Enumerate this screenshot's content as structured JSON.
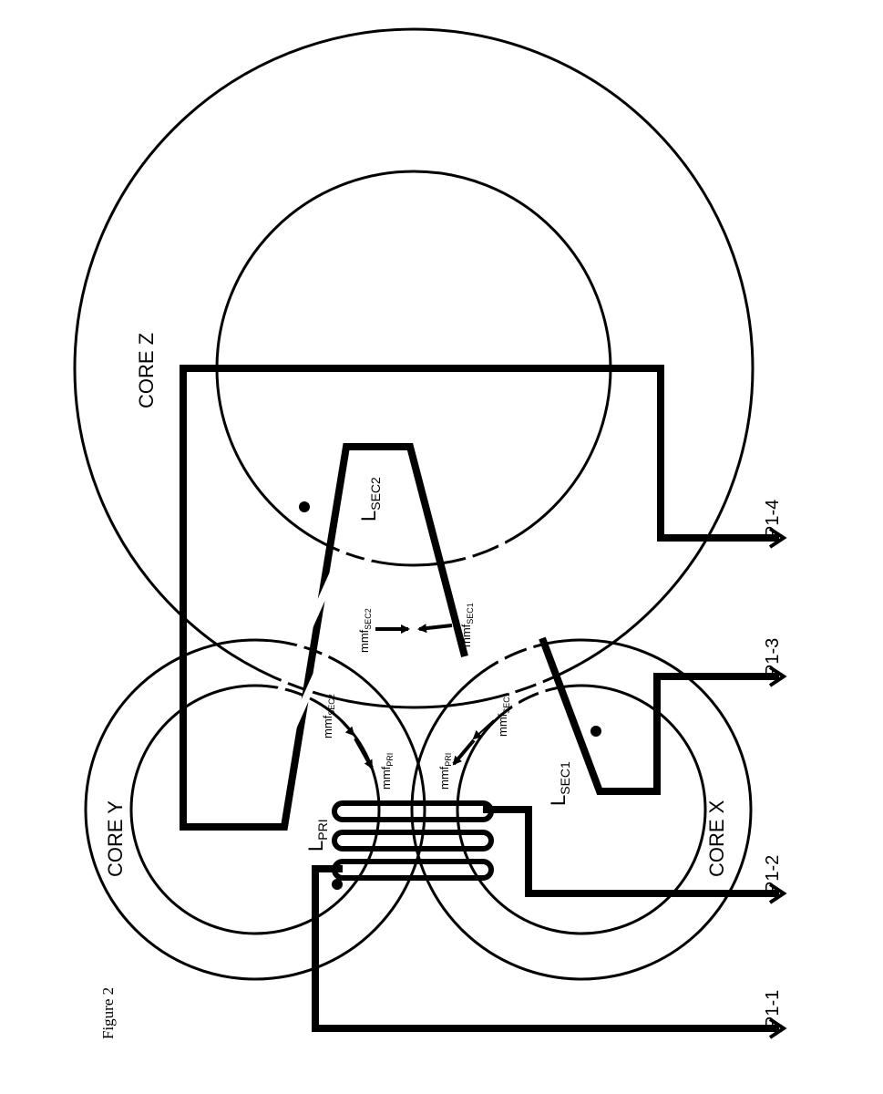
{
  "figure": {
    "caption": "Figure 2"
  },
  "cores": {
    "z": "CORE Z",
    "y": "CORE Y",
    "x": "CORE X"
  },
  "windings": {
    "primary": {
      "main": "L",
      "sub": "PRI"
    },
    "secondary1": {
      "main": "L",
      "sub": "SEC1"
    },
    "secondary2": {
      "main": "L",
      "sub": "SEC2"
    }
  },
  "mmf_labels": {
    "sec2_z": {
      "main": "mmf",
      "sub": "SEC2"
    },
    "sec1_z": {
      "main": "mmf",
      "sub": "SEC1"
    },
    "sec2_y": {
      "main": "mmf",
      "sub": "SEC2"
    },
    "pri_y": {
      "main": "mmf",
      "sub": "PRI"
    },
    "pri_x": {
      "main": "mmf",
      "sub": "PRI"
    },
    "sec1_x": {
      "main": "mmf",
      "sub": "SEC1"
    }
  },
  "terminals": {
    "p1": "P1-1",
    "p2": "P1-2",
    "p3": "P1-3",
    "p4": "P1-4"
  }
}
